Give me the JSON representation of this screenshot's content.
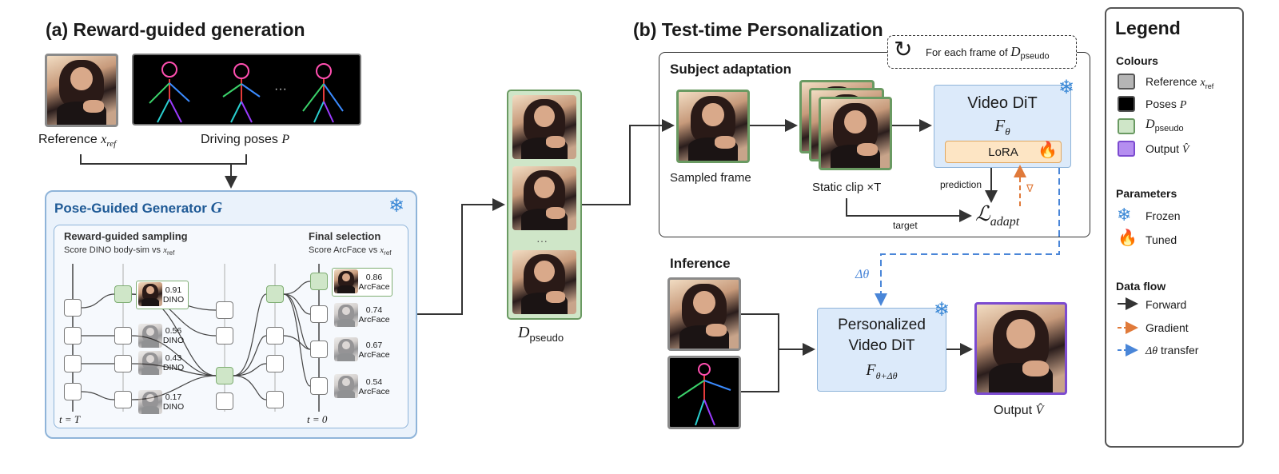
{
  "panel_a": {
    "title": "(a) Reward-guided generation",
    "reference_label": "Reference",
    "reference_sym": "x",
    "reference_sub": "ref",
    "poses_label": "Driving poses",
    "poses_sym": "P",
    "poses_ellipsis": "···",
    "generator_title": "Pose-Guided Generator",
    "generator_sym": "G",
    "sampling_title": "Reward-guided sampling",
    "sampling_desc": "Score DINO body-sim vs",
    "selection_title": "Final selection",
    "selection_desc": "Score ArcFace vs",
    "t_start": "t = T",
    "t_end": "t = 0",
    "dino_scores": [
      {
        "value": "0.91",
        "metric": "DINO"
      },
      {
        "value": "0.56",
        "metric": "DINO"
      },
      {
        "value": "0.43",
        "metric": "DINO"
      },
      {
        "value": "0.17",
        "metric": "DINO"
      }
    ],
    "arcface_scores": [
      {
        "value": "0.86",
        "metric": "ArcFace"
      },
      {
        "value": "0.74",
        "metric": "ArcFace"
      },
      {
        "value": "0.67",
        "metric": "ArcFace"
      },
      {
        "value": "0.54",
        "metric": "ArcFace"
      }
    ]
  },
  "pseudo": {
    "label_sym": "D",
    "label_sub": "pseudo",
    "ellipsis": "···"
  },
  "panel_b": {
    "title": "(b) Test-time Personalization",
    "loop_label": "For each frame of",
    "loop_sym": "D",
    "loop_sub": "pseudo",
    "subject_title": "Subject adaptation",
    "sampled_label": "Sampled frame",
    "static_label": "Static clip ×T",
    "dit_title": "Video DiT",
    "dit_sym": "F",
    "dit_sub": "θ",
    "lora_label": "LoRA",
    "prediction_label": "prediction",
    "target_label": "target",
    "grad_sym": "∇",
    "loss_sym": "ℒ",
    "loss_sub": "adapt",
    "inference_title": "Inference",
    "delta_label": "Δθ",
    "pdit_line1": "Personalized",
    "pdit_line2": "Video DiT",
    "pdit_sym": "F",
    "pdit_sub": "θ+Δθ",
    "output_label": "Output",
    "output_sym": "V̂"
  },
  "legend": {
    "title": "Legend",
    "colours_title": "Colours",
    "colours": [
      {
        "label": "Reference",
        "sym": "x",
        "sub": "ref",
        "color": "#b5b5b5"
      },
      {
        "label": "Poses",
        "sym": "P",
        "sub": "",
        "color": "#000000"
      },
      {
        "label": "",
        "sym": "D",
        "sub": "pseudo",
        "color": "#cfe6c8"
      },
      {
        "label": "Output",
        "sym": "V̂",
        "sub": "",
        "color": "#b58ef0"
      }
    ],
    "params_title": "Parameters",
    "frozen_label": "Frozen",
    "tuned_label": "Tuned",
    "flow_title": "Data flow",
    "forward_label": "Forward",
    "gradient_label": "Gradient",
    "transfer_sym": "Δθ",
    "transfer_label": "transfer"
  },
  "colors": {
    "generator_bg": "#eaf2fb",
    "generator_border": "#8fb4d9",
    "generator_title": "#1f5a96",
    "pseudo_green": "#cfe6c8",
    "pseudo_border": "#6a9a62",
    "dit_bg": "#dceafa",
    "lora_bg": "#fde5c4",
    "lora_border": "#e0a862",
    "gradient": "#e07a3a",
    "transfer": "#4a86d8",
    "output_border": "#7c4bd0"
  },
  "icons": {
    "frozen": "snowflake-icon",
    "tuned": "fire-icon",
    "loop": "refresh-icon"
  }
}
